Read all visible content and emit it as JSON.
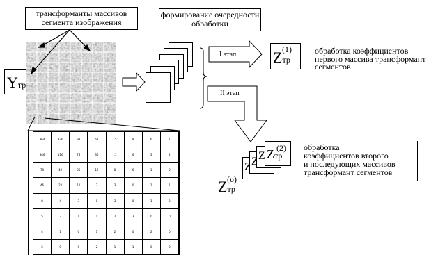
{
  "labels": {
    "transform_arrays": "трансформанты массивов сегмента изображения",
    "order_formation": "формирование очередности обработки",
    "stage1": "I этап",
    "stage2": "II этап",
    "stage1_desc": [
      "обработка коэффициентов",
      "первого массива трансформант",
      "сегментов"
    ],
    "stage2_desc": [
      "обработка",
      "коэффициентов второго",
      "и последующих массивов",
      "трансформант сегментов"
    ]
  },
  "symbols": {
    "y": "Y",
    "y_sub": "тр",
    "z1": "Z",
    "z1_sub": "тр",
    "z1_sup": "(1)",
    "z2": "Z",
    "z2_sub": "тр",
    "z2_sup": "(2)",
    "zv": "Z",
    "zv_sub": "тр",
    "zv_sup": "(υ)"
  },
  "table": {
    "rows": [
      [
        "364",
        "326",
        "98",
        "62",
        "15",
        "9",
        "6",
        "1"
      ],
      [
        "386",
        "116",
        "78",
        "36",
        "11",
        "6",
        "3",
        "2"
      ],
      [
        "78",
        "42",
        "36",
        "12",
        "8",
        "6",
        "1",
        "0"
      ],
      [
        "46",
        "22",
        "12",
        "7",
        "3",
        "0",
        "1",
        "1"
      ],
      [
        "8",
        "4",
        "3",
        "0",
        "3",
        "0",
        "1",
        "2"
      ],
      [
        "5",
        "3",
        "1",
        "1",
        "2",
        "3",
        "0",
        "0"
      ],
      [
        "4",
        "1",
        "0",
        "1",
        "2",
        "0",
        "2",
        "0"
      ],
      [
        "2",
        "0",
        "0",
        "2",
        "1",
        "1",
        "0",
        "0"
      ]
    ]
  }
}
